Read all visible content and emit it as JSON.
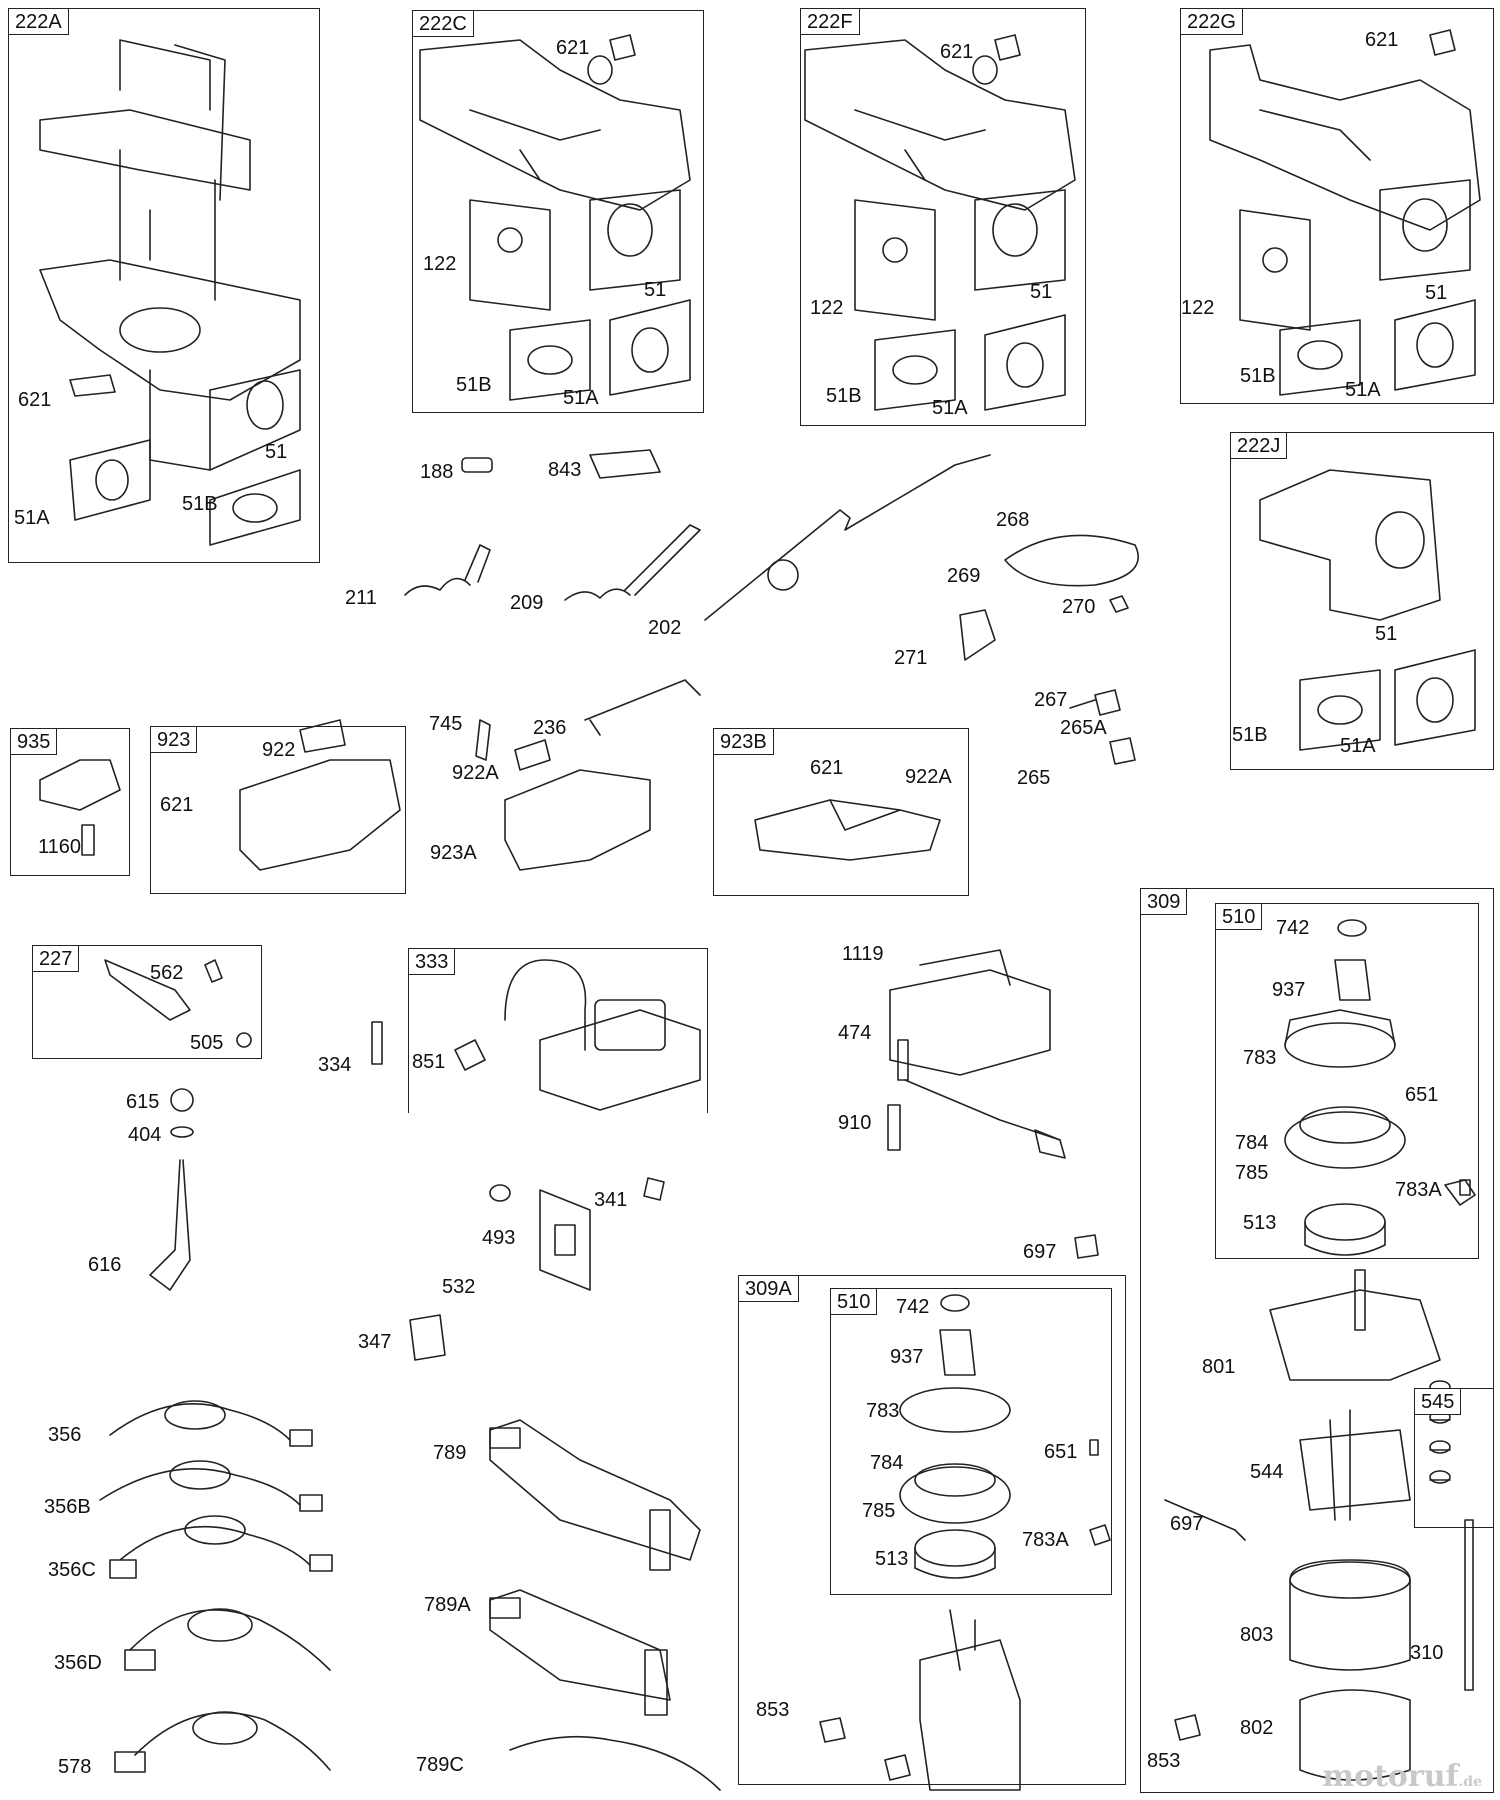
{
  "groups": {
    "g222A": "222A",
    "g222C": "222C",
    "g222F": "222F",
    "g222G": "222G",
    "g222J": "222J",
    "g935": "935",
    "g923": "923",
    "g923B": "923B",
    "g227": "227",
    "g333": "333",
    "g309": "309",
    "g309A": "309A",
    "g510a": "510",
    "g510b": "510",
    "g545": "545"
  },
  "labels": {
    "l621a": "621",
    "l51a": "51",
    "l51Aa": "51A",
    "l51Ba": "51B",
    "l621c": "621",
    "l122c": "122",
    "l51c": "51",
    "l51Bc": "51B",
    "l51Ac": "51A",
    "l621f": "621",
    "l122f": "122",
    "l51f": "51",
    "l51Bf": "51B",
    "l51Af": "51A",
    "l621g": "621",
    "l122g": "122",
    "l51g": "51",
    "l51Bg": "51B",
    "l51Ag": "51A",
    "l51j": "51",
    "l51Bj": "51B",
    "l51Aj": "51A",
    "l188": "188",
    "l843": "843",
    "l211": "211",
    "l209": "209",
    "l202": "202",
    "l268": "268",
    "l269": "269",
    "l270": "270",
    "l271": "271",
    "l1160": "1160",
    "l922": "922",
    "l621m": "621",
    "l745": "745",
    "l236": "236",
    "l922A": "922A",
    "l923A": "923A",
    "l621n": "621",
    "l922Ab": "922A",
    "l267": "267",
    "l265A": "265A",
    "l265": "265",
    "l562": "562",
    "l505": "505",
    "l615": "615",
    "l404": "404",
    "l616": "616",
    "l334": "334",
    "l851": "851",
    "l1119": "1119",
    "l474": "474",
    "l910": "910",
    "l341": "341",
    "l493": "493",
    "l532": "532",
    "l347": "347",
    "l697a": "697",
    "l742a": "742",
    "l937a": "937",
    "l783a": "783",
    "l651a": "651",
    "l784a": "784",
    "l785a": "785",
    "l783Aa": "783A",
    "l513a": "513",
    "l742b": "742",
    "l937b": "937",
    "l783b": "783",
    "l651b": "651",
    "l784b": "784",
    "l785b": "785",
    "l783Ab": "783A",
    "l513b": "513",
    "l801": "801",
    "l544": "544",
    "l697b": "697",
    "l803": "803",
    "l310": "310",
    "l802": "802",
    "l853a": "853",
    "l853b": "853",
    "l356": "356",
    "l356B": "356B",
    "l356C": "356C",
    "l356D": "356D",
    "l578": "578",
    "l789": "789",
    "l789A": "789A",
    "l789C": "789C"
  },
  "watermark": {
    "brand": "motoruf",
    "tld": ".de"
  }
}
